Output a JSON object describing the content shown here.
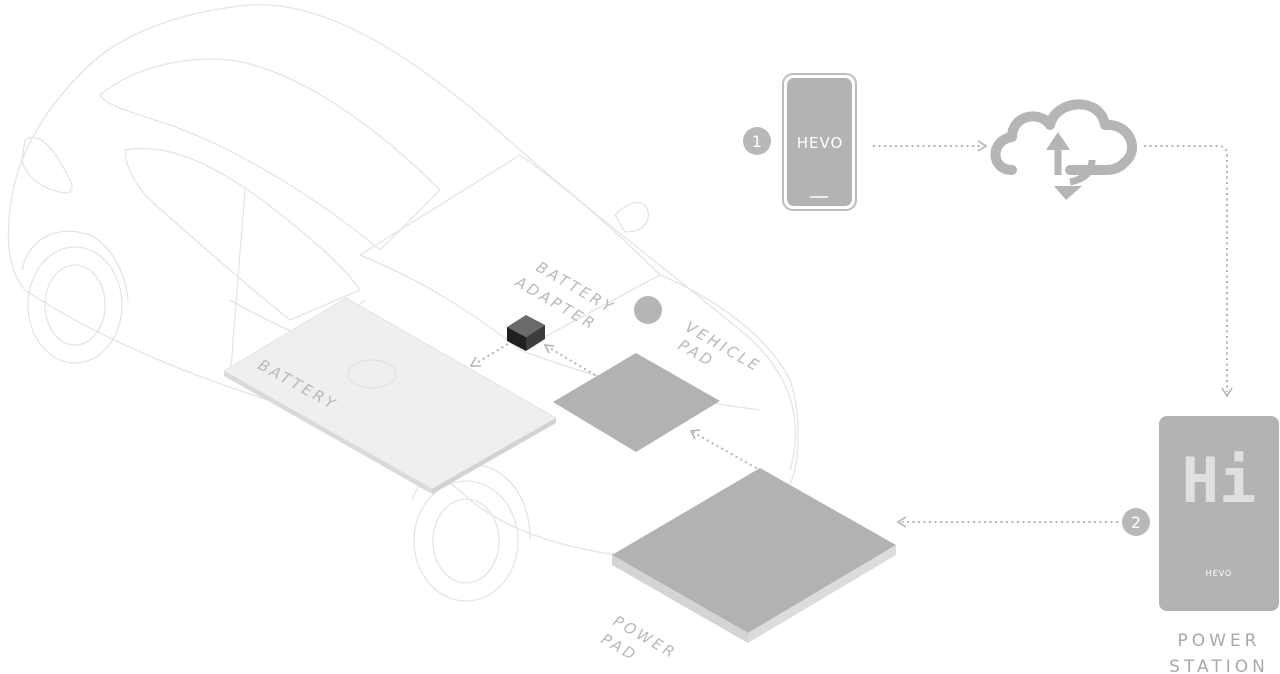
{
  "labels": {
    "battery": "BATTERY",
    "battery_adapter_line1": "BATTERY",
    "battery_adapter_line2": "ADAPTER",
    "vehicle_pad_line1": "VEHICLE",
    "vehicle_pad_line2": "PAD",
    "power_pad_line1": "POWER",
    "power_pad_line2": "PAD",
    "power_station_line1": "POWER",
    "power_station_line2": "STATION"
  },
  "steps": {
    "step1": "1",
    "step2": "2"
  },
  "phone": {
    "logo": "HEVO"
  },
  "station": {
    "screen_text": "Hi",
    "logo": "HEVO"
  },
  "icons": {
    "phone": "smartphone-icon",
    "cloud": "cloud-sync-icon",
    "adapter": "cube-icon"
  },
  "colors": {
    "pad": "#b2b2b2",
    "pad_edge": "#d6d6d6",
    "battery_fill": "#efefef",
    "flow_line": "#b3b3b3",
    "step_badge": "#b8b8b8"
  }
}
